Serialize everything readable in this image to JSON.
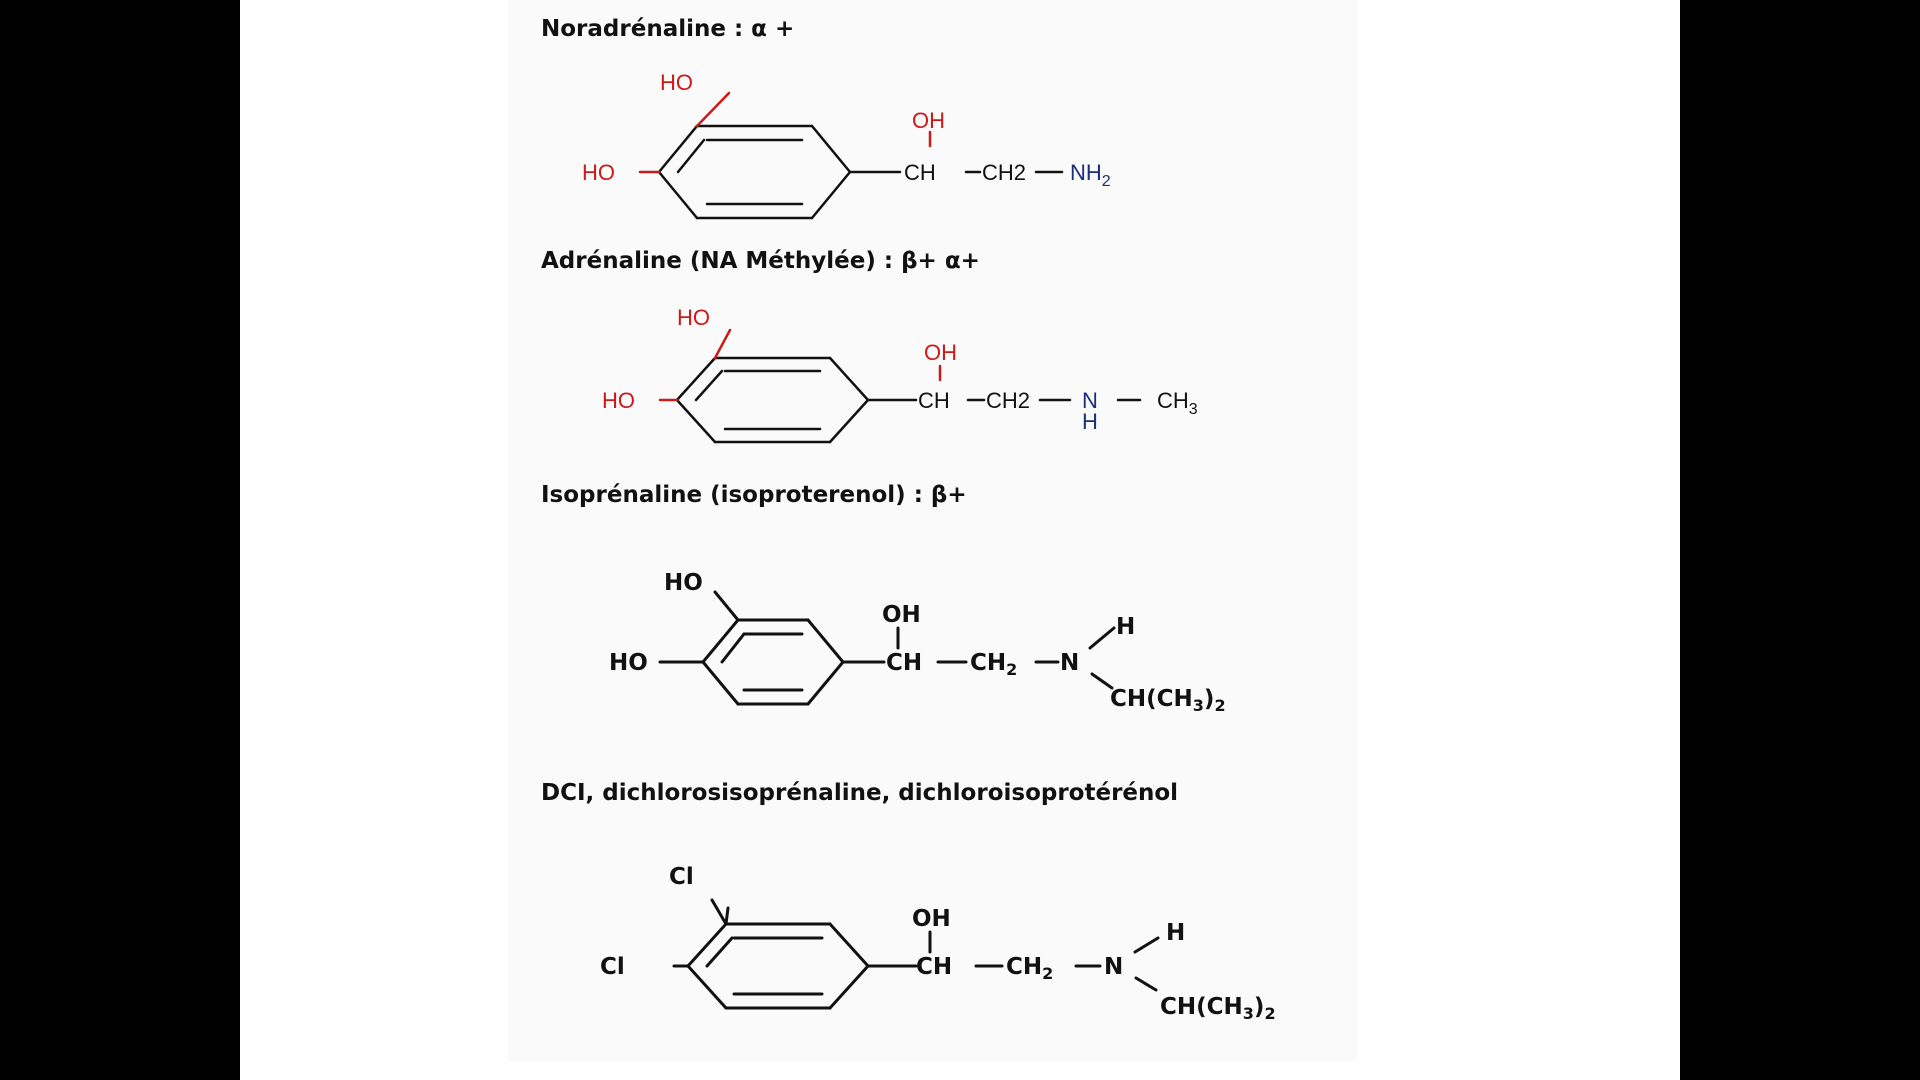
{
  "colors": {
    "oxygen": "#cc1a1a",
    "nitrogen": "#1c2f7a",
    "carbon": "#111111",
    "background": "#000000",
    "panel": "#fafafa"
  },
  "molecules": [
    {
      "heading": "Noradrénaline : α +",
      "ring_top_substituent": "HO",
      "ring_left_substituent": "HO",
      "hydroxyl": "OH",
      "chain_ch": "CH",
      "chain_ch2": "CH2",
      "amine_base": "NH",
      "amine_sub": "2"
    },
    {
      "heading": "Adrénaline (NA Méthylée) : β+ α+",
      "ring_top_substituent": "HO",
      "ring_left_substituent": "HO",
      "hydroxyl": "OH",
      "chain_ch": "CH",
      "chain_ch2": "CH2",
      "amine_n": "N",
      "amine_h": "H",
      "methyl_base": "CH",
      "methyl_sub": "3"
    },
    {
      "heading": "Isoprénaline (isoproterenol) : β+",
      "ring_top_substituent": "HO",
      "ring_left_substituent": "HO",
      "hydroxyl": "OH",
      "chain_ch": "CH",
      "chain_ch2_base": "CH",
      "chain_ch2_sub": "2",
      "amine_n": "N",
      "amine_h": "H",
      "isopropyl_a": "CH(CH",
      "isopropyl_sub1": "3",
      "isopropyl_b": ")",
      "isopropyl_sub2": "2"
    },
    {
      "heading": "DCI, dichlorosisoprénaline, dichloroisoprotérénol",
      "ring_top_substituent": "Cl",
      "ring_left_substituent": "Cl",
      "hydroxyl": "OH",
      "chain_ch": "CH",
      "chain_ch2_base": "CH",
      "chain_ch2_sub": "2",
      "amine_n": "N",
      "amine_h": "H",
      "isopropyl_a": "CH(CH",
      "isopropyl_sub1": "3",
      "isopropyl_b": ")",
      "isopropyl_sub2": "2"
    }
  ]
}
